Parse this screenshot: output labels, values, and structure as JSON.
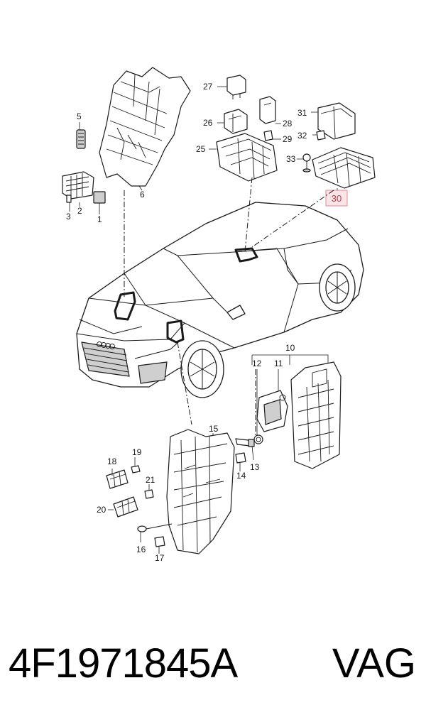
{
  "callouts": [
    {
      "id": "1",
      "label": "1"
    },
    {
      "id": "2",
      "label": "2"
    },
    {
      "id": "3",
      "label": "3"
    },
    {
      "id": "5",
      "label": "5"
    },
    {
      "id": "6",
      "label": "6"
    },
    {
      "id": "10",
      "label": "10"
    },
    {
      "id": "11",
      "label": "11"
    },
    {
      "id": "12",
      "label": "12"
    },
    {
      "id": "13",
      "label": "13"
    },
    {
      "id": "14",
      "label": "14"
    },
    {
      "id": "15",
      "label": "15"
    },
    {
      "id": "16",
      "label": "16"
    },
    {
      "id": "17",
      "label": "17"
    },
    {
      "id": "18",
      "label": "18"
    },
    {
      "id": "19",
      "label": "19"
    },
    {
      "id": "20",
      "label": "20"
    },
    {
      "id": "21",
      "label": "21"
    },
    {
      "id": "25",
      "label": "25"
    },
    {
      "id": "26",
      "label": "26"
    },
    {
      "id": "27",
      "label": "27"
    },
    {
      "id": "28",
      "label": "28"
    },
    {
      "id": "29",
      "label": "29"
    },
    {
      "id": "31",
      "label": "31"
    },
    {
      "id": "32",
      "label": "32"
    },
    {
      "id": "33",
      "label": "33"
    }
  ],
  "highlighted": {
    "label": "30",
    "color": "#fbe3e6",
    "border": "#e28a95"
  },
  "footer": {
    "part_number": "4F1971845A",
    "brand": "VAG"
  }
}
